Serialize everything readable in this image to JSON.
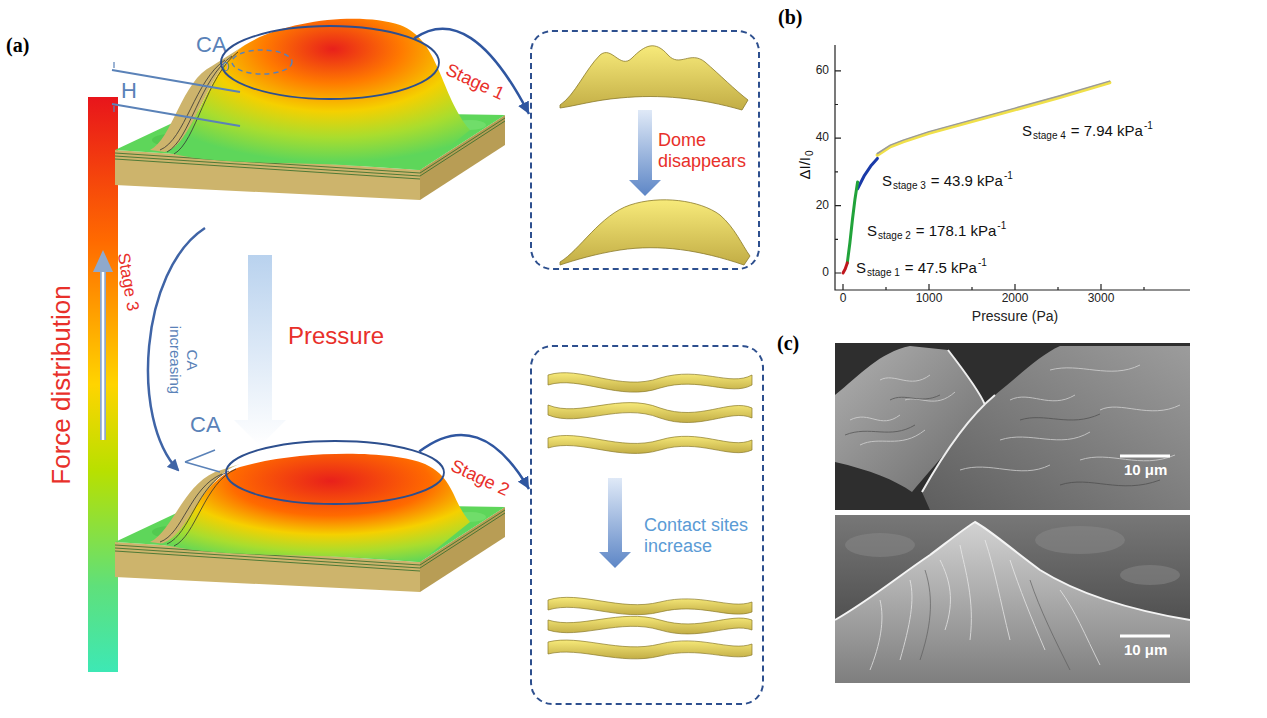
{
  "diagram": {
    "nodes": [
      {
        "text": [
          "Stage 1"
        ]
      },
      {
        "text": [
          "Dome disappears"
        ]
      },
      {
        "text": [
          "Stage 2"
        ]
      },
      {
        "text": [
          "Contact sites increase"
        ]
      }
    ],
    "edges": [
      {
        "from": 0,
        "to": 1,
        "arrow": "to"
      },
      {
        "from": 2,
        "to": 3,
        "arrow": "to"
      }
    ],
    "labels": [
      "(a)",
      "CA",
      "0",
      "H",
      "Force distribution",
      "Stage 3",
      "CA increasing",
      "CA",
      "Pressure",
      "(b)",
      "0",
      "20",
      "40",
      "60",
      "0",
      "1000",
      "2000",
      "3000",
      "Pressure (Pa)",
      "ΔI/I",
      "0",
      "S",
      "stage 4",
      "= 7.94 kPa",
      "-1",
      "S",
      "stage 3",
      "= 43.9 kPa",
      "-1",
      "S",
      "stage 2",
      "= 178.1 kPa",
      "-1",
      "S",
      "stage 1",
      "= 47.5 kPa",
      "-1",
      "(c)",
      "10 μm",
      "10 μm"
    ]
  }
}
